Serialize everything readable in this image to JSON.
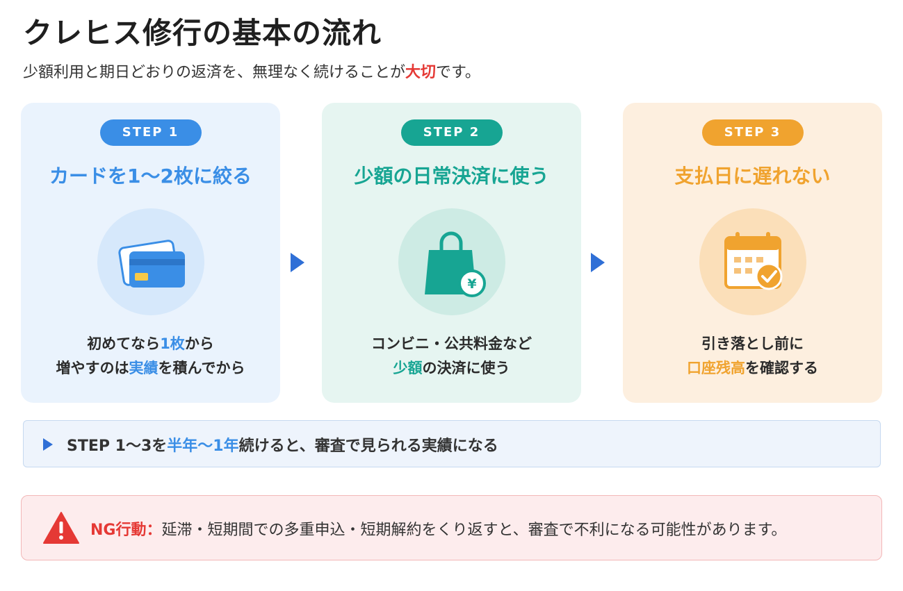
{
  "header": {
    "title": "クレヒス修行の基本の流れ",
    "subtitle_pre": "少額利用と期日どおりの返済を、無理なく続けることが",
    "subtitle_em": "大切",
    "subtitle_post": "です。"
  },
  "steps": [
    {
      "badge": "STEP 1",
      "title": "カードを1〜2枚に絞る",
      "icon": "credit-card-icon",
      "line1_pre": "初めてなら",
      "line1_em": "1枚",
      "line1_post": "から",
      "line2_pre": "増やすのは",
      "line2_em": "実績",
      "line2_post": "を積んでから"
    },
    {
      "badge": "STEP 2",
      "title": "少額の日常決済に使う",
      "icon": "shopping-bag-yen-icon",
      "line1_pre": "コンビニ・公共料金など",
      "line1_em": "",
      "line1_post": "",
      "line2_pre": "",
      "line2_em": "少額",
      "line2_post": "の決済に使う"
    },
    {
      "badge": "STEP 3",
      "title": "支払日に遅れない",
      "icon": "calendar-check-icon",
      "line1_pre": "引き落とし前に",
      "line1_em": "",
      "line1_post": "",
      "line2_pre": "",
      "line2_em": "口座残高",
      "line2_post": "を確認する"
    }
  ],
  "note": {
    "pre": "STEP 1〜3を",
    "em": "半年〜1年",
    "post": "続けると、審査で見られる実績になる"
  },
  "warning": {
    "icon": "warning-icon",
    "lead": "NG行動：",
    "text": "延滞・短期間での多重申込・短期解約をくり返すと、審査で不利になる可能性があります。"
  },
  "colors": {
    "blue": "#3a8ee6",
    "teal": "#17a593",
    "orange": "#f0a32f",
    "red": "#e53935",
    "arrow": "#2f6fd6"
  }
}
